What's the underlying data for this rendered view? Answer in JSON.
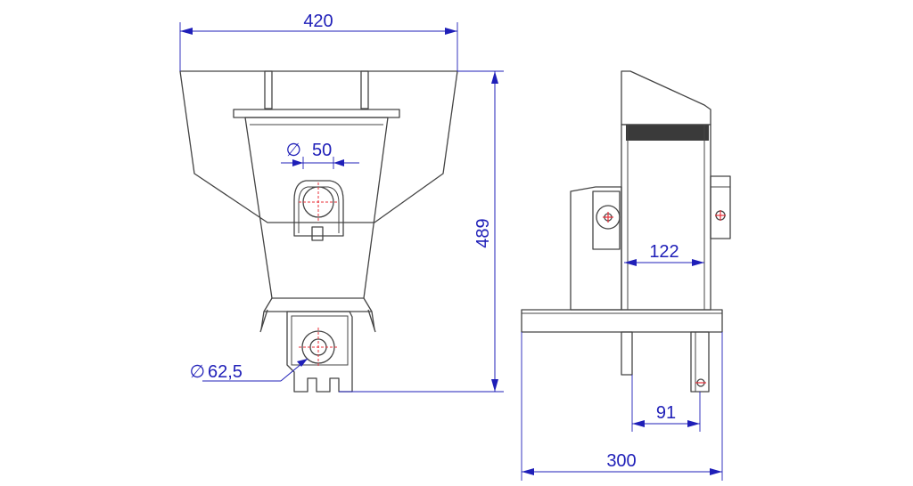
{
  "dimensions": {
    "top_width": "420",
    "hole_small": "50",
    "height": "489",
    "hole_large": "62,5",
    "side_inner": "122",
    "side_small": "91",
    "side_width": "300"
  },
  "symbols": {
    "diameter": "∅"
  },
  "colors": {
    "dimension": "#1f1fb8",
    "centerline": "#e8303a",
    "outline": "#444444"
  }
}
